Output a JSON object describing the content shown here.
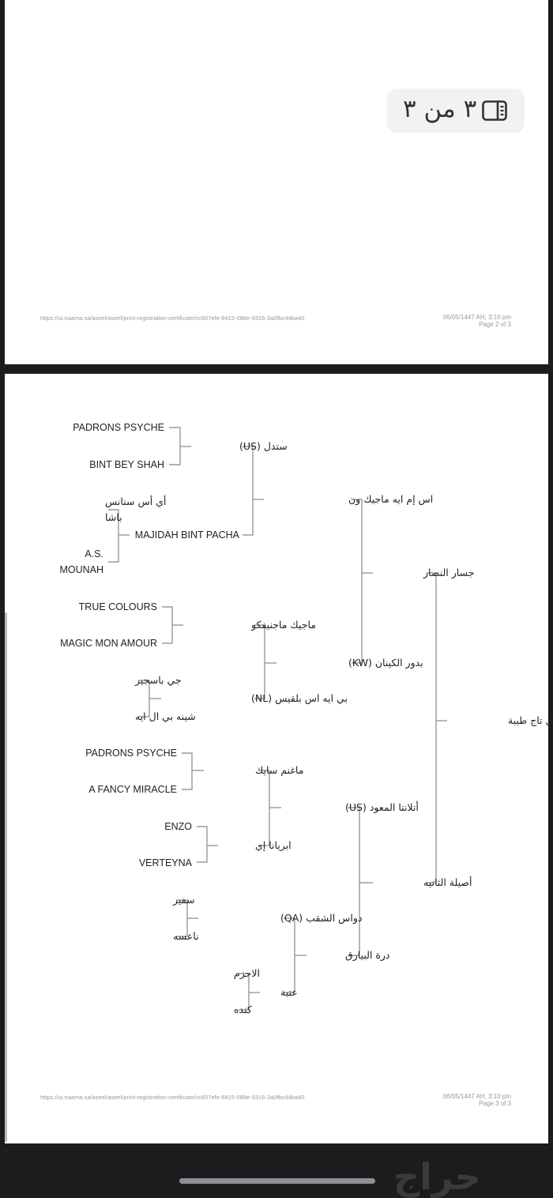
{
  "page_indicator": {
    "text": "٣ من ٣",
    "icon": "page-view-icon"
  },
  "footers": [
    {
      "url": "https://ui.naama.sa/aseel/aseel/print-registration-certificate/cc607efe-8415-088e-9316-3a0fbc44ba40",
      "date": "06/05/1447 AH, 3:10 pm",
      "page": "Page 2 of 3"
    },
    {
      "url": "https://ui.naama.sa/aseel/aseel/print-registration-certificate/cc607efe-8415-088e-9316-3a0fbc44ba40",
      "date": "06/05/1447 AH, 3:10 pm",
      "page": "Page 3 of 3"
    }
  ],
  "pedigree": {
    "root": "جميل تاج طيبة",
    "sire": "جسار النصار",
    "dam": "أصيلة الثانيه",
    "sire_sire": "اس إم ايه ماجيك ون",
    "sire_dam": "بدور الكينان (KW)",
    "dam_sire": "أتلانتا المعود (US)",
    "dam_dam": "درة البيارق",
    "g3": [
      "ستدل (US)",
      "MAJIDAH BINT PACHA",
      "ماجيك ماجنيفكو",
      "بي ايه اس بلقيس (NL)",
      "ماغنم سايك",
      "ابريانا إي",
      "دواس الشقب (QA)",
      "عتبة"
    ],
    "g4": [
      "PADRONS PSYCHE",
      "BINT BEY SHAH",
      "أي أس سنانس\nباشا",
      "A.S.\nMOUNAH",
      "TRUE COLOURS",
      "MAGIC MON AMOUR",
      "جي باسجير",
      "شينه بي ال ايه",
      "PADRONS PSYCHE",
      "A FANCY MIRACLE",
      "ENZO",
      "VERTEYNA",
      "سفير",
      "ناعسه",
      "الاحزم",
      "كنده"
    ]
  },
  "watermark": "حراج"
}
